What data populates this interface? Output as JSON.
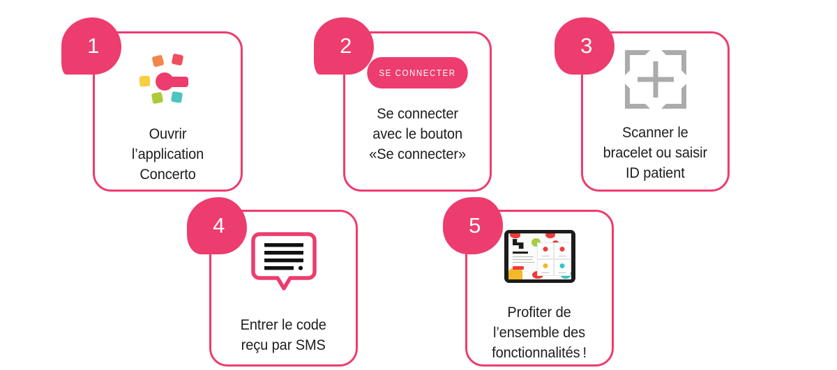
{
  "theme": {
    "accent_pink": "#ED3C6E",
    "text_dark": "#1d1d1d",
    "scanner_grey": "#ABABAB",
    "background": "#ffffff"
  },
  "steps": [
    {
      "number": "1",
      "icon": "concerto-logo-icon",
      "text": "Ouvrir\nl’application\nConcerto"
    },
    {
      "number": "2",
      "icon": "se-connecter-button",
      "button_label": "SE CONNECTER",
      "text": "Se connecter\navec le bouton\n«Se connecter»"
    },
    {
      "number": "3",
      "icon": "scan-frame-icon",
      "text": "Scanner le\nbracelet ou saisir\nID patient"
    },
    {
      "number": "4",
      "icon": "sms-bubble-icon",
      "text": "Entrer le code\nreçu par SMS"
    },
    {
      "number": "5",
      "icon": "tablet-app-icon",
      "text": "Profiter de\nl’ensemble des\nfonctionnalités !"
    }
  ]
}
